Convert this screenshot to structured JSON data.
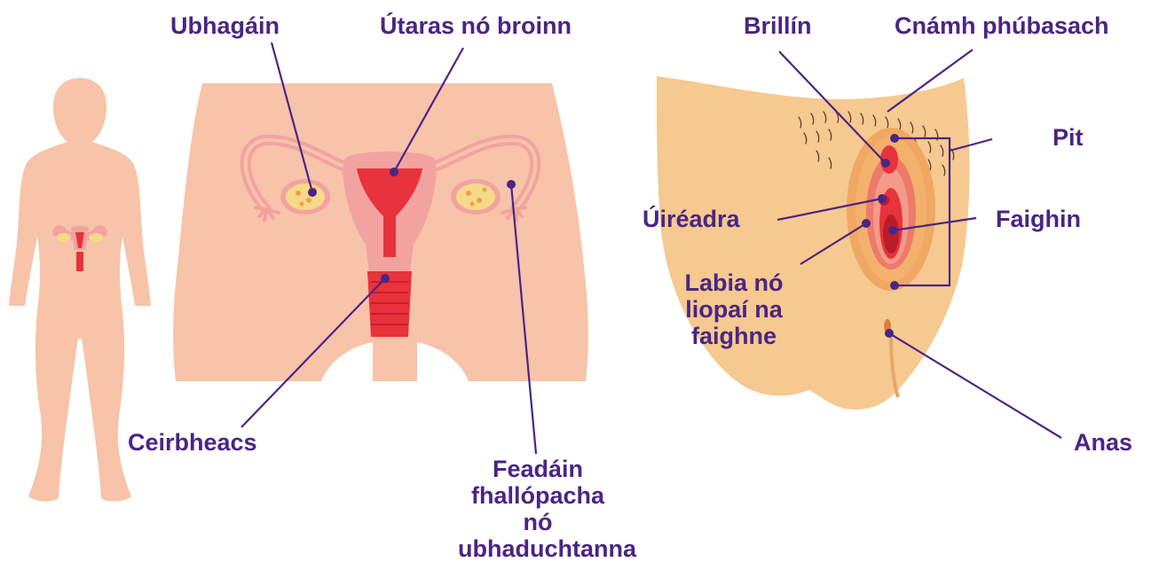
{
  "colors": {
    "label": "#4a2585",
    "leader_line": "#4a2585",
    "skin": "#f7c3a9",
    "uterus_light": "#f2a3a0",
    "uterus_red": "#e8323c",
    "vulva_skin": "#f5c98f",
    "vulva_dark": "#e6a86a"
  },
  "labels": {
    "ovaries": "Ubhagáin",
    "uterus": "Útaras nó broinn",
    "cervix": "Ceirbheacs",
    "fallopian": [
      "Feadáin",
      "fhallópacha nó",
      "ubhaduchtanna"
    ],
    "clitoris": "Brillín",
    "pubic_bone": "Cnámh phúbasach",
    "vulva": "Pit",
    "urethra": "Úiréadra",
    "vagina": "Faighin",
    "labia": [
      "Labia nó",
      "liopaí na",
      "faighne"
    ],
    "anus": "Anas"
  }
}
